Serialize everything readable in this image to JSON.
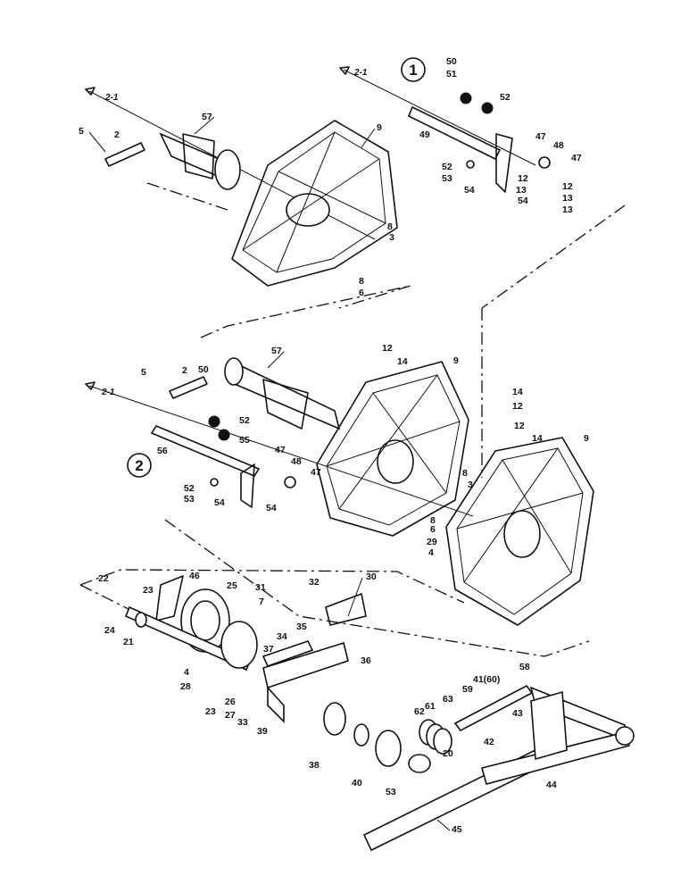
{
  "views": [
    {
      "number": "1"
    },
    {
      "number": "2"
    }
  ],
  "ref_tags": [
    "2-1",
    "2-1",
    "2-1"
  ],
  "parts": [
    "50",
    "51",
    "52",
    "47",
    "48",
    "47",
    "49",
    "52",
    "53",
    "12",
    "13",
    "54",
    "13",
    "54",
    "12",
    "13",
    "57",
    "5",
    "2",
    "9",
    "8",
    "3",
    "8",
    "6",
    "57",
    "5",
    "2",
    "50",
    "52",
    "55",
    "12",
    "14",
    "9",
    "14",
    "12",
    "12",
    "14",
    "9",
    "56",
    "47",
    "48",
    "47",
    "52",
    "53",
    "54",
    "54",
    "8",
    "3",
    "8",
    "6",
    "29",
    "4",
    "46",
    "25",
    "22",
    "23",
    "24",
    "21",
    "31",
    "7",
    "32",
    "30",
    "35",
    "34",
    "37",
    "36",
    "4",
    "28",
    "26",
    "23",
    "27",
    "33",
    "39",
    "58",
    "41(60)",
    "59",
    "63",
    "61",
    "62",
    "20",
    "38",
    "40",
    "53",
    "43",
    "42",
    "44",
    "45"
  ]
}
